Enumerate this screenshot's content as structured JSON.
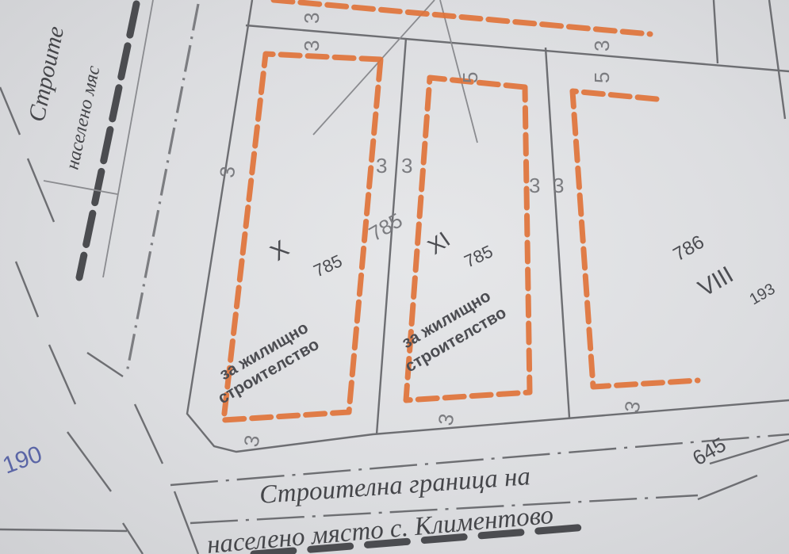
{
  "document": {
    "type": "cadastral regulation plan (photo)",
    "boundary_label": {
      "line1": "Строителна граница на",
      "line2": "населено място с. Климентово"
    },
    "side_label": {
      "line1": "Строите",
      "line2": "населено мяс"
    },
    "lot_number_left": "190",
    "road_number": "645",
    "plots": [
      {
        "id": "plot-x",
        "roman": "X",
        "number": "785",
        "purpose_line1": "за жилищно",
        "purpose_line2": "строителство"
      },
      {
        "id": "plot-xi",
        "roman": "XI",
        "number": "785",
        "purpose_line1": "за жилищно",
        "purpose_line2": "строителство"
      },
      {
        "id": "plot-viii",
        "roman": "VIII",
        "number": "786",
        "extra_number": "193"
      }
    ],
    "shared_boundary_number": "785",
    "setbacks": {
      "top_left_a": "3",
      "top_left_b": "3",
      "plot_x_left": "3",
      "between_x_xi_a": "3",
      "between_x_xi_b": "3",
      "plot_xi_top": "5",
      "between_xi_viii_a": "3",
      "between_xi_viii_b": "3",
      "plot_viii_top_a": "5",
      "plot_viii_top_b": "3",
      "plot_x_bottom": "3",
      "plot_xi_bottom": "3",
      "plot_viii_bottom": "3"
    },
    "colors": {
      "building_line": "#e0733a",
      "ink": "#4c4d52",
      "lot_number_blue": "#5b66a6",
      "paper": "#e3e4e6"
    }
  }
}
